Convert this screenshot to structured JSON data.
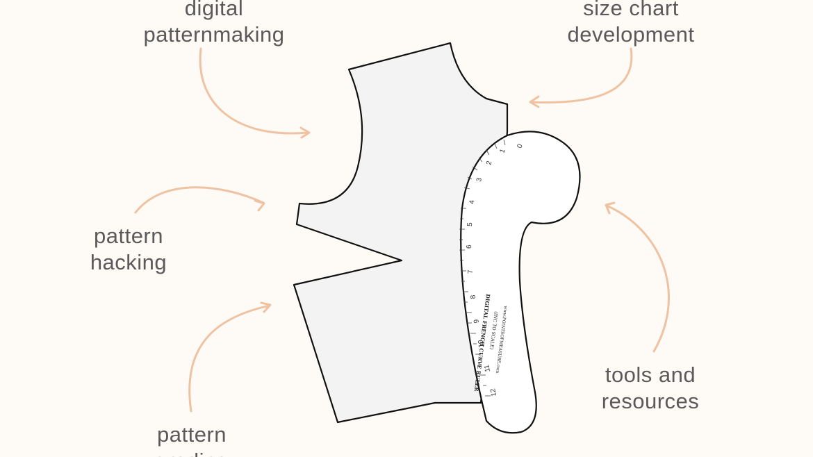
{
  "labels": {
    "digital_patternmaking": {
      "line1": "digital",
      "line2": "patternmaking"
    },
    "size_chart_development": {
      "line1": "size chart",
      "line2": "development"
    },
    "pattern_hacking": {
      "line1": "pattern",
      "line2": "hacking"
    },
    "pattern_grading": {
      "line1": "pattern",
      "line2": "grading"
    },
    "tools_and_resources": {
      "line1": "tools and",
      "line2": "resources"
    }
  },
  "ruler": {
    "title": "DIGITAL FRENCH CURVE RULER",
    "scale": "(INC     TO SCALE)",
    "website": "www.POINTSOFMEASURE.com",
    "numbers": [
      "0",
      "1",
      "2",
      "3",
      "4",
      "5",
      "6",
      "7",
      "8",
      "9",
      "10",
      "11",
      "12"
    ]
  },
  "colors": {
    "background": "#fefaf6",
    "arrow": "#efc2a2",
    "pattern_fill": "#f3f3f3",
    "outline": "#111111",
    "label_text": "#5a5a5a"
  }
}
